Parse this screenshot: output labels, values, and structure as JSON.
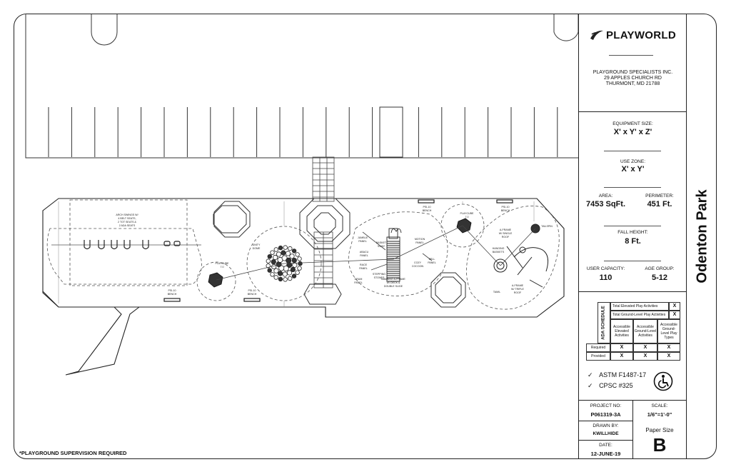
{
  "note": "*PLAYGROUND SUPERVISION REQUIRED",
  "park_name": "Odenton Park",
  "brand": "PLAYWORLD",
  "company": {
    "name": "PLAYGROUND SPECIALISTS INC.",
    "address1": "29 APPLES CHURCH RD",
    "address2": "THURMONT, MD 21788"
  },
  "specs": {
    "equipment_size_label": "EQUIPMENT SIZE:",
    "equipment_size": "X' x Y' x Z'",
    "use_zone_label": "USE ZONE:",
    "use_zone": "X' x Y'",
    "area_label": "AREA:",
    "area": "7453 SqFt.",
    "perimeter_label": "PERIMETER:",
    "perimeter": "451 Ft.",
    "fall_height_label": "FALL HEIGHT:",
    "fall_height": "8 Ft.",
    "user_capacity_label": "USER CAPACITY:",
    "user_capacity": "110",
    "age_group_label": "AGE GROUP:",
    "age_group": "5-12"
  },
  "ada": {
    "title": "ADA SCHEDULE",
    "total_elevated": "Total Elevated Play Activities",
    "total_elevated_val": "X",
    "total_ground": "Total Ground-Level Play Activities",
    "total_ground_val": "X",
    "col1": "Accessible Elevated Activities",
    "col2": "Accessible Ground-Level Activities",
    "col3": "Accessible Ground-Level Play Types",
    "row_required": "Required",
    "row_provided": "Provided",
    "x": "X"
  },
  "compliance": [
    "ASTM F1487-17",
    "CPSC #325"
  ],
  "project": {
    "project_no_label": "PROJECT NO:",
    "project_no": "P061319-3A",
    "scale_label": "SCALE:",
    "scale": "1/6\"=1'-0\"",
    "drawn_by_label": "DRAWN BY:",
    "drawn_by": "KWILLHIDE",
    "date_label": "DATE:",
    "date": "12-JUNE-19",
    "paper_size_label": "Paper Size",
    "paper_size": "B"
  },
  "plan_labels": {
    "arch_swings": "ARCH SWINGS W/",
    "arch_swings_2": "4 BELT SEATS,",
    "arch_swings_3": "2 TOT SEATS &",
    "arch_swings_4": "2 ADA SEATS",
    "playcube_1": "PLAYCUBE",
    "playcube_1b": "7.0",
    "playcube_2": "PLAYCUBE",
    "playcube_2b": "7.0",
    "unity_dome": "UNITY",
    "unity_dome_2": "DOME",
    "bench_1": "PSI-10",
    "bench_1b": "BENCH",
    "bench_2": "PSI-10",
    "bench_2b": "BENCH",
    "bench_3": "PSI-10",
    "bench_3b": "BENCH",
    "bench_4": "PSI-10",
    "bench_4b": "BENCH",
    "jumble": "JUMBLE",
    "jumble_2": "PANEL",
    "basket": "BASKET",
    "basket_2": "SWAY",
    "abacu": "ABACU",
    "abacu_2": "PANEL",
    "motion": "MOTION",
    "motion_2": "PANEL",
    "race": "RACE",
    "race_2": "PANEL",
    "bell": "BELL",
    "bell_2": "PANEL",
    "cozy": "COZY",
    "cozy_2": "COCOON",
    "stepping": "STEPPING",
    "stepping_2": "STONES",
    "drum": "DRUM",
    "drum_2": "PANEL",
    "bambino": "BAMBINO A-FRAME",
    "bambino_2": "W/ DECK &",
    "bambino_3": "DOUBLE SLIDE",
    "aframe_single": "A-FRAME",
    "aframe_single_2": "W/ SINGLE",
    "aframe_single_3": "ROOF",
    "hanging": "HANGING",
    "hanging_2": "BASKETS",
    "aframe_triple": "A-FRAME",
    "aframe_triple_2": "W/ TRIPLE",
    "aframe_triple_3": "ROOF",
    "tailspin": "TAILSPIN",
    "tamil": "TAMIL"
  }
}
